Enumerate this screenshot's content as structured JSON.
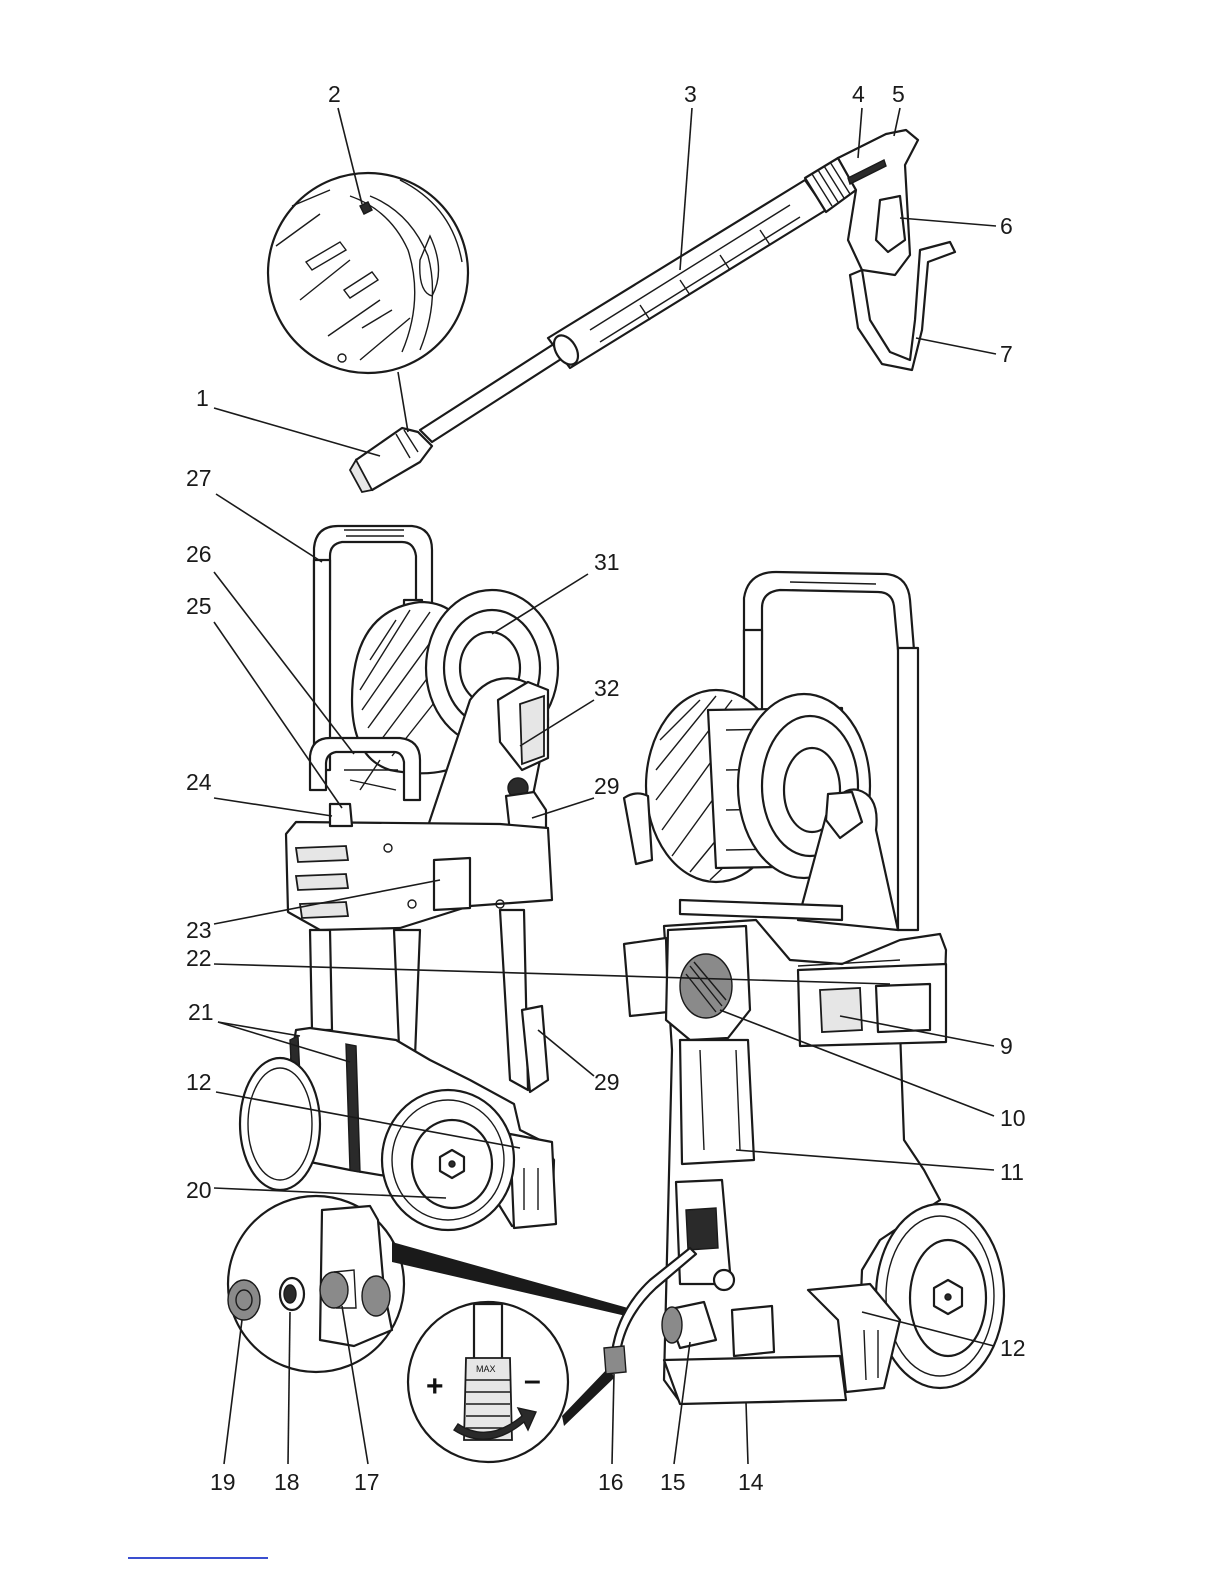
{
  "callouts": [
    {
      "id": "1",
      "label": "1"
    },
    {
      "id": "2",
      "label": "2"
    },
    {
      "id": "3",
      "label": "3"
    },
    {
      "id": "4",
      "label": "4"
    },
    {
      "id": "5",
      "label": "5"
    },
    {
      "id": "6",
      "label": "6"
    },
    {
      "id": "7",
      "label": "7"
    },
    {
      "id": "9",
      "label": "9"
    },
    {
      "id": "10",
      "label": "10"
    },
    {
      "id": "11",
      "label": "11"
    },
    {
      "id": "12a",
      "label": "12"
    },
    {
      "id": "12b",
      "label": "12"
    },
    {
      "id": "14",
      "label": "14"
    },
    {
      "id": "15",
      "label": "15"
    },
    {
      "id": "16",
      "label": "16"
    },
    {
      "id": "17",
      "label": "17"
    },
    {
      "id": "18",
      "label": "18"
    },
    {
      "id": "19",
      "label": "19"
    },
    {
      "id": "20",
      "label": "20"
    },
    {
      "id": "21",
      "label": "21"
    },
    {
      "id": "22",
      "label": "22"
    },
    {
      "id": "23",
      "label": "23"
    },
    {
      "id": "24",
      "label": "24"
    },
    {
      "id": "25",
      "label": "25"
    },
    {
      "id": "26",
      "label": "26"
    },
    {
      "id": "27",
      "label": "27"
    },
    {
      "id": "29a",
      "label": "29"
    },
    {
      "id": "29b",
      "label": "29"
    },
    {
      "id": "31",
      "label": "31"
    },
    {
      "id": "32",
      "label": "32"
    }
  ],
  "pressure_control": {
    "plus": "+",
    "minus": "–",
    "max": "MAX"
  },
  "colors": {
    "line": "#1a1a1a",
    "footer_link": "#3a4fd0"
  }
}
